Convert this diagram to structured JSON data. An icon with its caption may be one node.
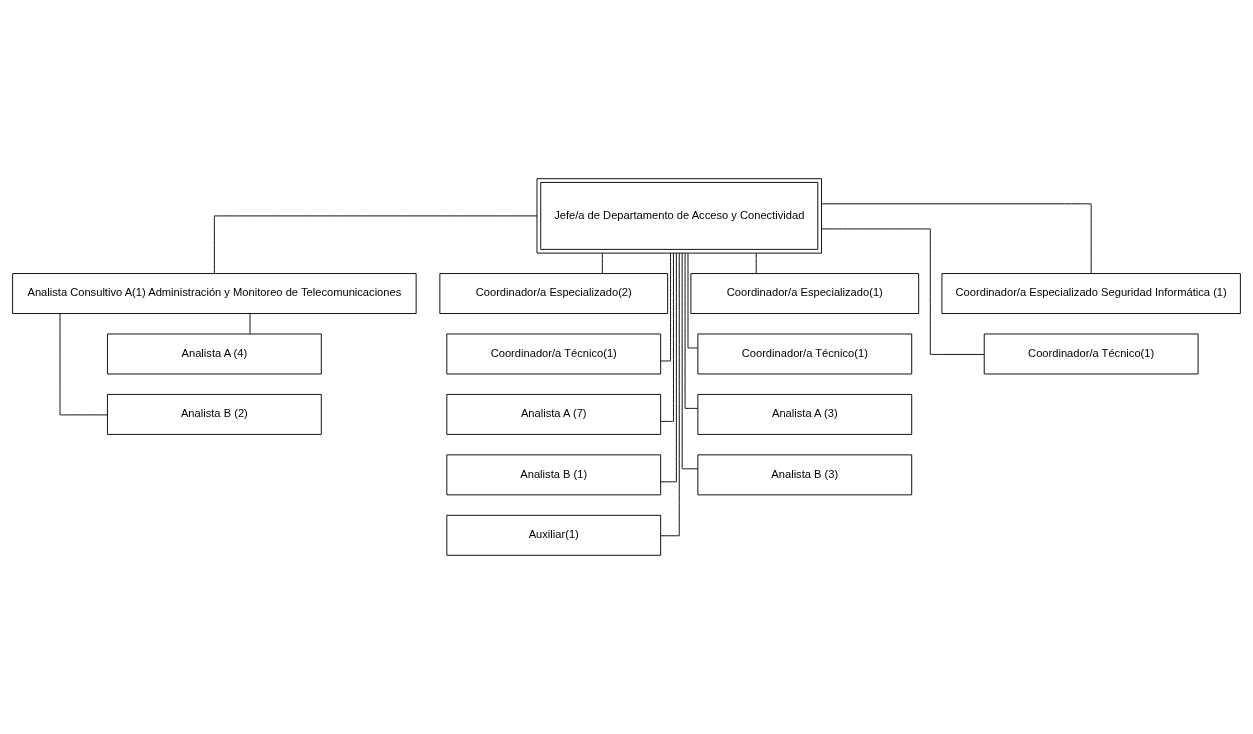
{
  "diagram": {
    "nodes": [
      {
        "text": [
          "Jefe/a de Departamento de Acceso y Conectividad"
        ]
      },
      {
        "text": [
          "Analista Consultivo A(1) Administración y Monitoreo de Telecomunicaciones"
        ]
      },
      {
        "text": [
          "Coordinador/a Especializado(2)"
        ]
      },
      {
        "text": [
          "Coordinador/a Especializado(1)"
        ]
      },
      {
        "text": [
          "Coordinador/a Especializado Seguridad Informática (1)"
        ]
      },
      {
        "text": [
          "Coordinador/a Técnico(1)"
        ]
      },
      {
        "text": [
          "Coordinador/a Técnico(1)"
        ]
      },
      {
        "text": [
          "Coordinador/a Técnico(1)"
        ]
      },
      {
        "text": [
          "Analista A (4)"
        ]
      },
      {
        "text": [
          "Analista A (7)"
        ]
      },
      {
        "text": [
          "Analista A (3)"
        ]
      },
      {
        "text": [
          "Analista B (2)"
        ]
      },
      {
        "text": [
          "Analista B (1)"
        ]
      },
      {
        "text": [
          "Analista B (3)"
        ]
      },
      {
        "text": [
          "Auxiliar(1)"
        ]
      }
    ],
    "edges": [
      {
        "from": 0,
        "to": 1,
        "arrow": "none"
      },
      {
        "from": 0,
        "to": 2,
        "arrow": "none"
      },
      {
        "from": 0,
        "to": 5,
        "arrow": "none"
      },
      {
        "from": 0,
        "to": 9,
        "arrow": "none"
      },
      {
        "from": 0,
        "to": 12,
        "arrow": "none"
      },
      {
        "from": 0,
        "to": 14,
        "arrow": "none"
      },
      {
        "from": 0,
        "to": 3,
        "arrow": "none"
      },
      {
        "from": 0,
        "to": 6,
        "arrow": "none"
      },
      {
        "from": 0,
        "to": 10,
        "arrow": "none"
      },
      {
        "from": 0,
        "to": 13,
        "arrow": "none"
      },
      {
        "from": 0,
        "to": 4,
        "arrow": "none"
      },
      {
        "from": 0,
        "to": 7,
        "arrow": "none"
      },
      {
        "from": 1,
        "to": 8,
        "arrow": "none"
      },
      {
        "from": 1,
        "to": 11,
        "arrow": "none"
      }
    ]
  }
}
